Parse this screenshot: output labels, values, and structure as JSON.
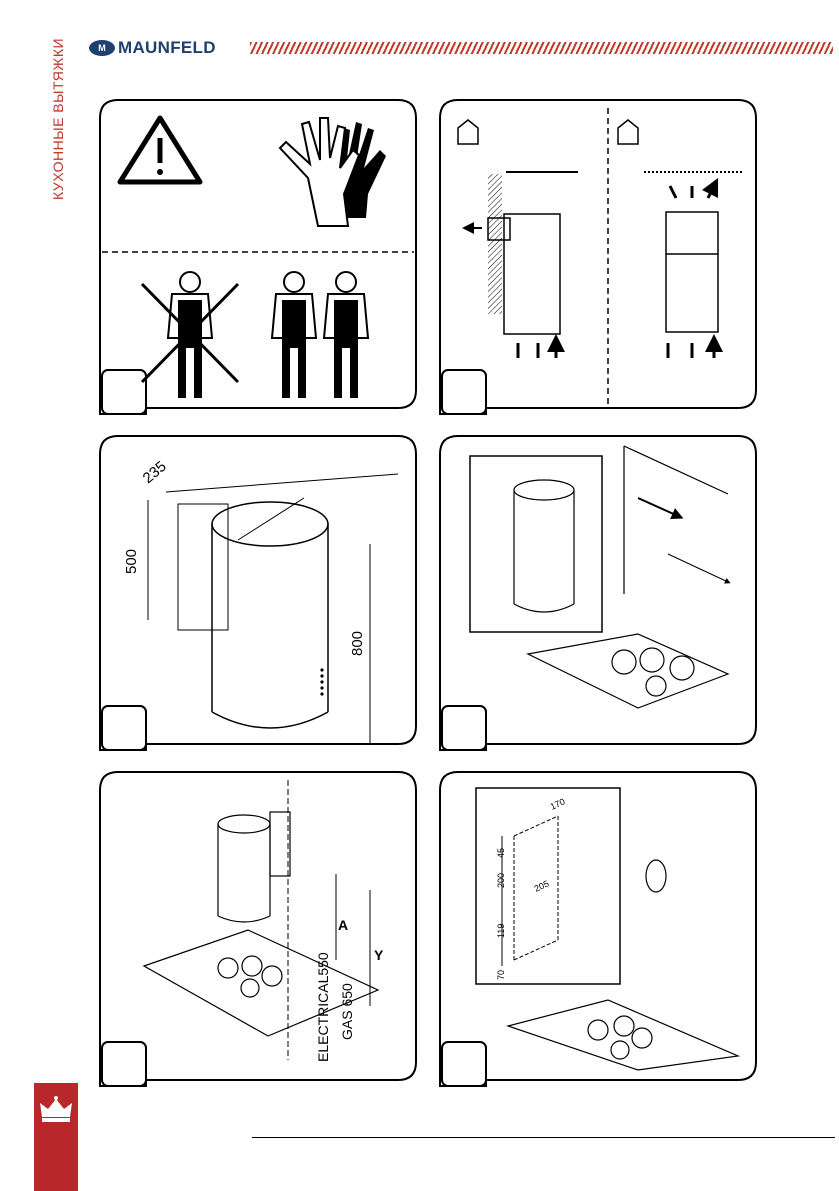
{
  "header": {
    "brand": "MAUNFELD",
    "section_title": "КУХОННЫЕ ВЫТЯЖКИ"
  },
  "figures": {
    "dimensions": {
      "depth": "235",
      "height_box": "500",
      "height_total": "800"
    },
    "clearance": {
      "label_a": "A",
      "label_y": "Y",
      "electrical": "ELECTRICAL550",
      "gas": "GAS 650"
    },
    "mounting": {
      "dim_top": "170",
      "dim_45": "45",
      "dim_200": "200",
      "dim_205": "205",
      "dim_119": "119",
      "dim_70": "70"
    }
  },
  "colors": {
    "brand_red": "#c0392b",
    "brand_blue": "#1f3f6e",
    "sidebar_red": "#b8272a"
  }
}
